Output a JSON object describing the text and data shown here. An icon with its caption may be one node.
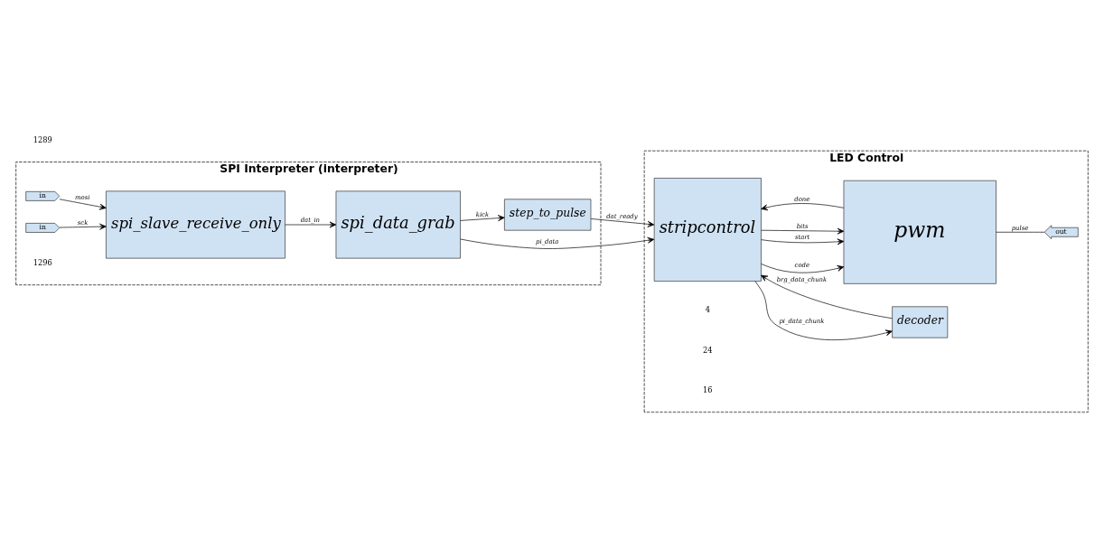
{
  "diagram": {
    "nodes": [
      {
        "text": [
          "SPI Interpreter (interpreter)"
        ]
      },
      {
        "text": [
          "spi_data_grab"
        ],
        "in": 0
      },
      {
        "text": [
          "step_to_pulse"
        ],
        "in": 0
      },
      {
        "text": [
          "spi_slave_receive_only"
        ],
        "in": 0
      },
      {
        "text": [
          "in"
        ],
        "in": 0
      },
      {
        "text": [
          "in"
        ],
        "in": 0
      },
      {
        "text": [
          "LED Control"
        ]
      },
      {
        "text": [
          "stripcontrol"
        ],
        "in": 6
      },
      {
        "text": [
          "decoder"
        ],
        "in": 6
      },
      {
        "text": [
          "pwm"
        ],
        "in": 6
      },
      {
        "text": [
          "out"
        ],
        "in": 6
      }
    ],
    "edges": [
      {
        "from": 1,
        "to": 2,
        "arrow": "to",
        "label": "kick"
      },
      {
        "from": 2,
        "to": 7,
        "arrow": "to",
        "label": "dat_ready"
      },
      {
        "from": 1,
        "to": 7,
        "arrow": "to",
        "label": "pi_data"
      },
      {
        "from": 3,
        "to": 1,
        "arrow": "to",
        "label": "dat_in"
      },
      {
        "from": 4,
        "to": 3,
        "arrow": "to",
        "label": "mosi"
      },
      {
        "from": 5,
        "to": 3,
        "arrow": "to",
        "label": "sck"
      },
      {
        "from": 7,
        "to": 8,
        "arrow": "to",
        "label": "pi_data_chunk"
      },
      {
        "from": 8,
        "to": 7,
        "arrow": "to",
        "label": "brg_data_chunk"
      },
      {
        "from": 7,
        "to": 9,
        "arrow": "to",
        "label": "code"
      },
      {
        "from": 7,
        "to": 9,
        "arrow": "to",
        "label": "start"
      },
      {
        "from": 9,
        "to": 7,
        "arrow": "to",
        "label": "done"
      },
      {
        "from": 7,
        "to": 9,
        "arrow": "to",
        "label": "bits"
      },
      {
        "from": 9,
        "to": 10,
        "arrow": "none",
        "label": "pulse"
      }
    ],
    "labels": [
      "4",
      "24",
      "1289",
      "1296",
      "16"
    ]
  }
}
